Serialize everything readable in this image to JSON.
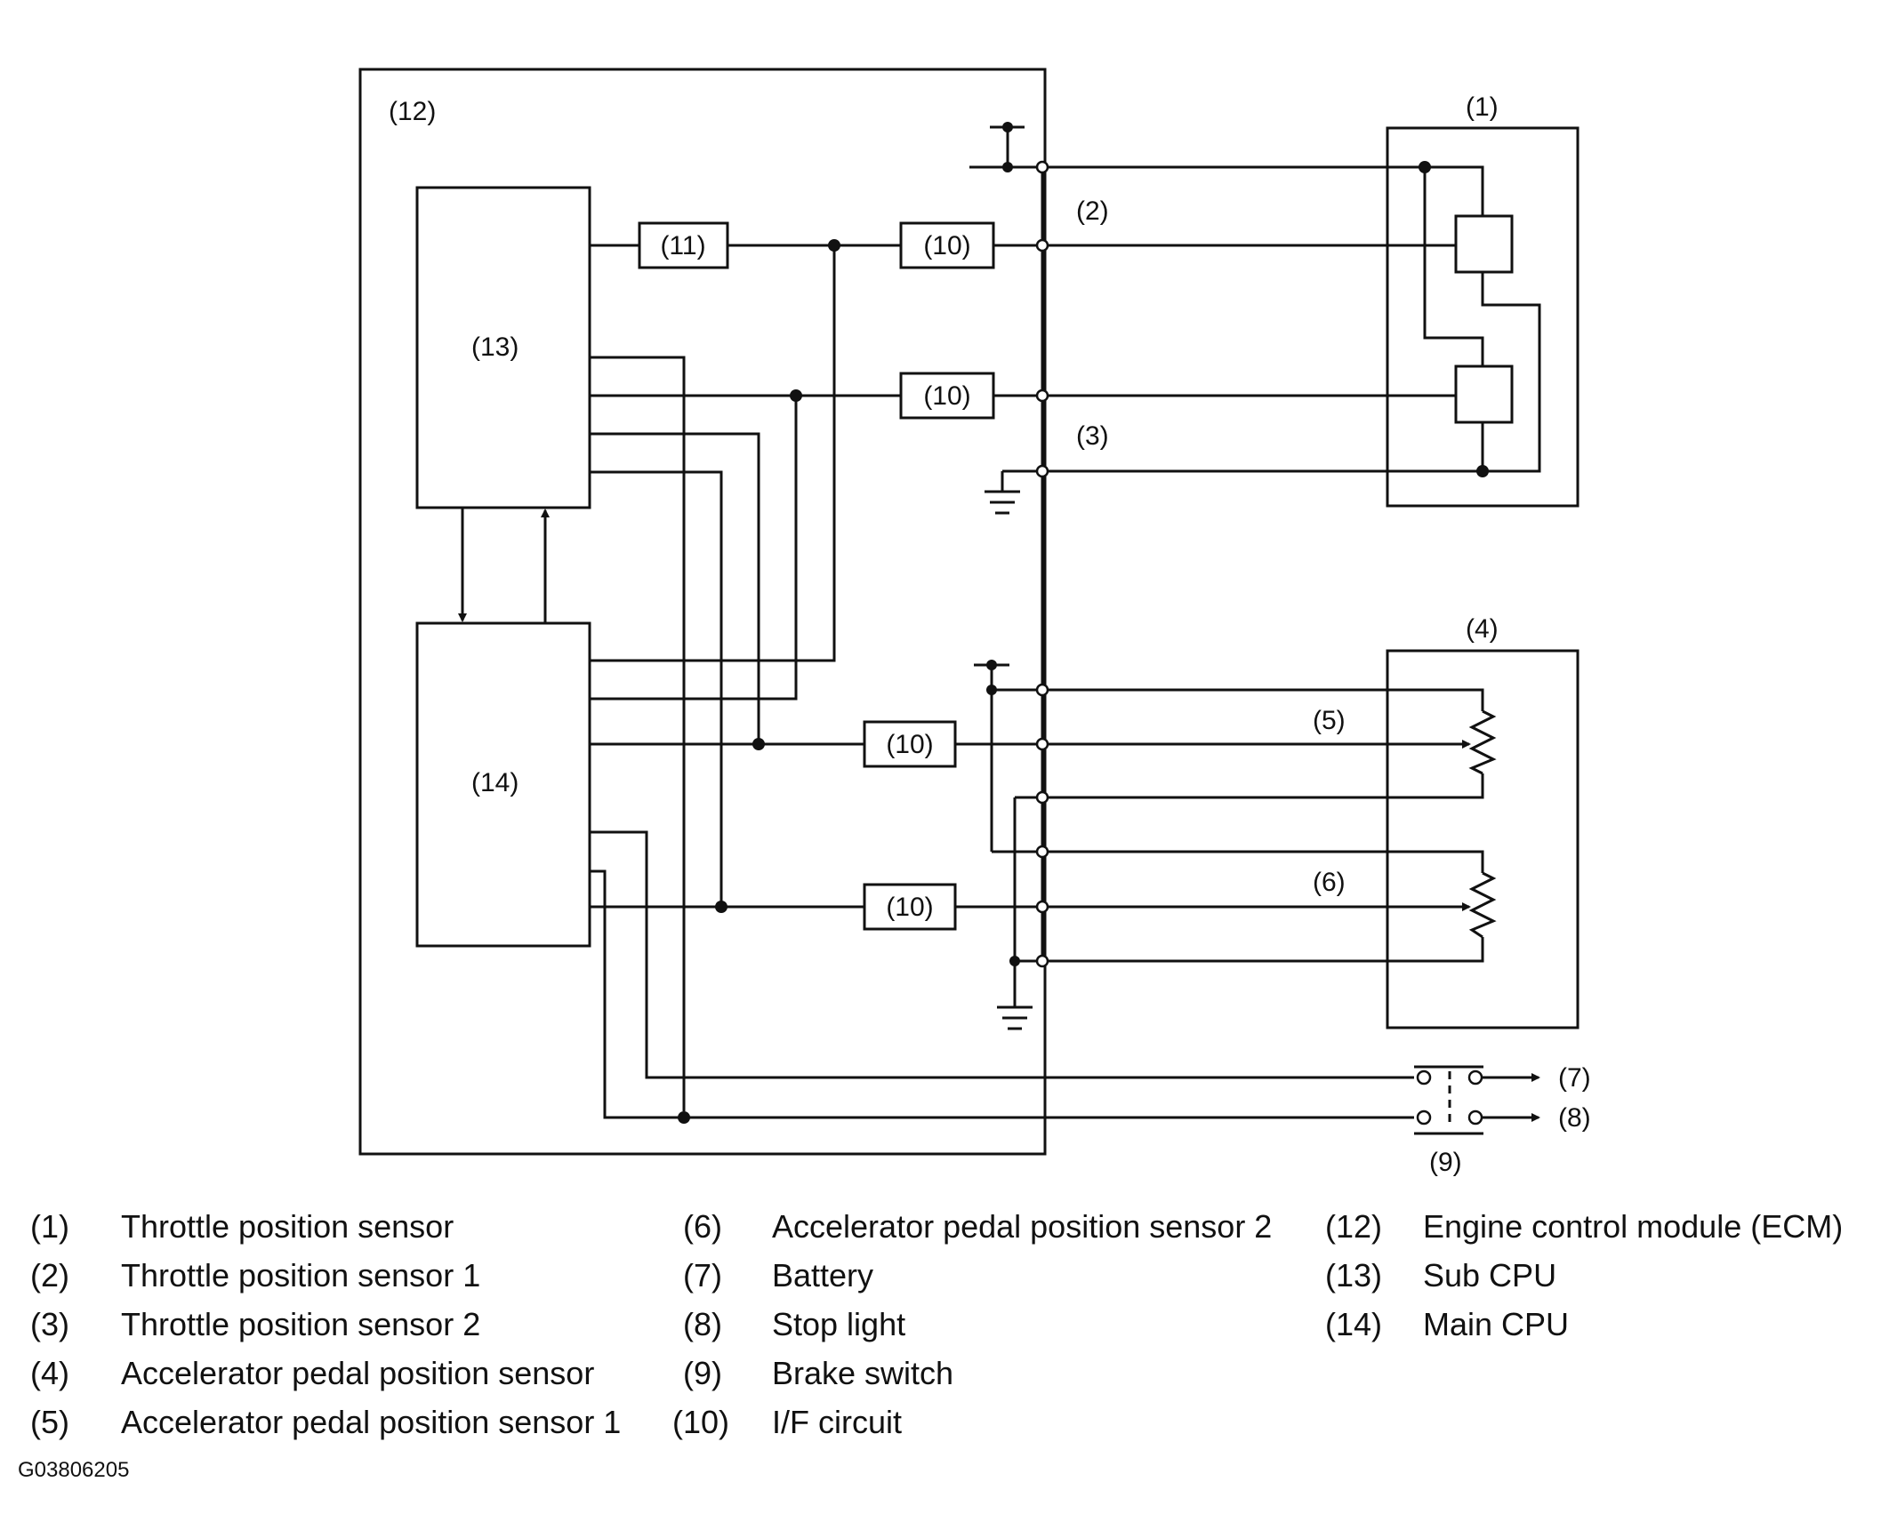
{
  "diagram": {
    "labels": {
      "ecm": "(12)",
      "sub_cpu": "(13)",
      "main_cpu": "(14)",
      "if_circuit": "(10)",
      "block_11": "(11)",
      "tps": "(1)",
      "tps1": "(2)",
      "tps2": "(3)",
      "apps": "(4)",
      "apps1": "(5)",
      "apps2": "(6)",
      "battery": "(7)",
      "stop_light": "(8)",
      "brake_switch": "(9)"
    }
  },
  "legend": [
    {
      "num": "(1)",
      "text": "Throttle position sensor"
    },
    {
      "num": "(2)",
      "text": "Throttle position sensor 1"
    },
    {
      "num": "(3)",
      "text": "Throttle position sensor 2"
    },
    {
      "num": "(4)",
      "text": "Accelerator pedal position sensor"
    },
    {
      "num": "(5)",
      "text": "Accelerator pedal position sensor 1"
    },
    {
      "num": "(6)",
      "text": "Accelerator pedal position sensor 2"
    },
    {
      "num": "(7)",
      "text": "Battery"
    },
    {
      "num": "(8)",
      "text": "Stop light"
    },
    {
      "num": "(9)",
      "text": "Brake switch"
    },
    {
      "num": "(10)",
      "text": "I/F circuit"
    },
    {
      "num": "(12)",
      "text": "Engine control module (ECM)"
    },
    {
      "num": "(13)",
      "text": "Sub CPU"
    },
    {
      "num": "(14)",
      "text": "Main CPU"
    }
  ],
  "image_id": "G03806205"
}
